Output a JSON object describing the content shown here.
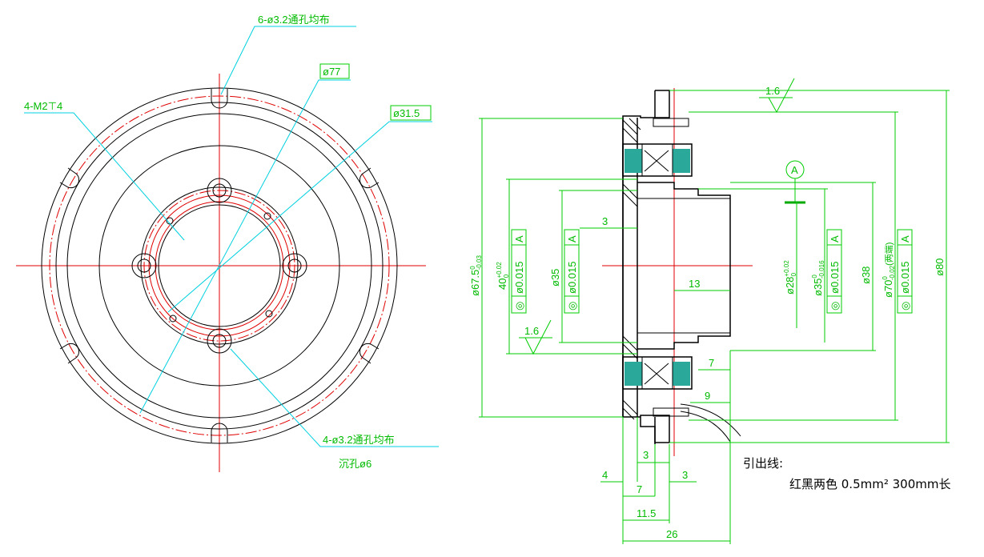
{
  "front_view": {
    "labels": {
      "holes_6": "6-ø3.2通孔均布",
      "diameter_77": "ø77",
      "thread_4": "4-M2⊤4",
      "diameter_31_5": "ø31.5",
      "holes_4": "4-ø3.2通孔均布",
      "counterbore": "沉孔ø6"
    }
  },
  "section_view": {
    "roughness_top": "1.6",
    "roughness_left": "1.6",
    "datum": "A",
    "dims": {
      "d67_5": "ø67.5",
      "d67_5_tol": "-0.03",
      "d67_5_tol_upper": "0",
      "d40": "40",
      "d40_tol": "+0.02",
      "d40_tol_lower": "0",
      "d35": "ø35",
      "d28": "ø28",
      "d28_tol": "+0.02",
      "d28_tol_lower": "0",
      "d35b": "ø35",
      "d35b_tol": "-0.016",
      "d35b_tol_upper": "0",
      "d38": "ø38",
      "d70": "ø70",
      "d70_tol": "-0.02",
      "d70_tol_upper": "0",
      "d70_note": "(两端)",
      "d80": "ø80",
      "w3": "3",
      "w13": "13",
      "w7": "7",
      "w9": "9",
      "b4": "4",
      "b3a": "3",
      "b3b": "3",
      "b7": "7",
      "b11_5": "11.5",
      "b26": "26"
    },
    "gdt": {
      "f1": [
        "◎",
        "ø0.015",
        "A"
      ],
      "f2": [
        "◎",
        "ø0.015",
        "A"
      ],
      "f3": [
        "◎",
        "ø0.015",
        "A"
      ],
      "f4": [
        "◎",
        "ø0.015",
        "A"
      ]
    }
  },
  "notes": {
    "lead_title": "引出线:",
    "lead_spec": "红黑两色 0.5mm² 300mm长"
  },
  "colors": {
    "outline": "#000000",
    "centerline": "#e00000",
    "leader": "#00d0e0",
    "dimension": "#00cc00"
  }
}
